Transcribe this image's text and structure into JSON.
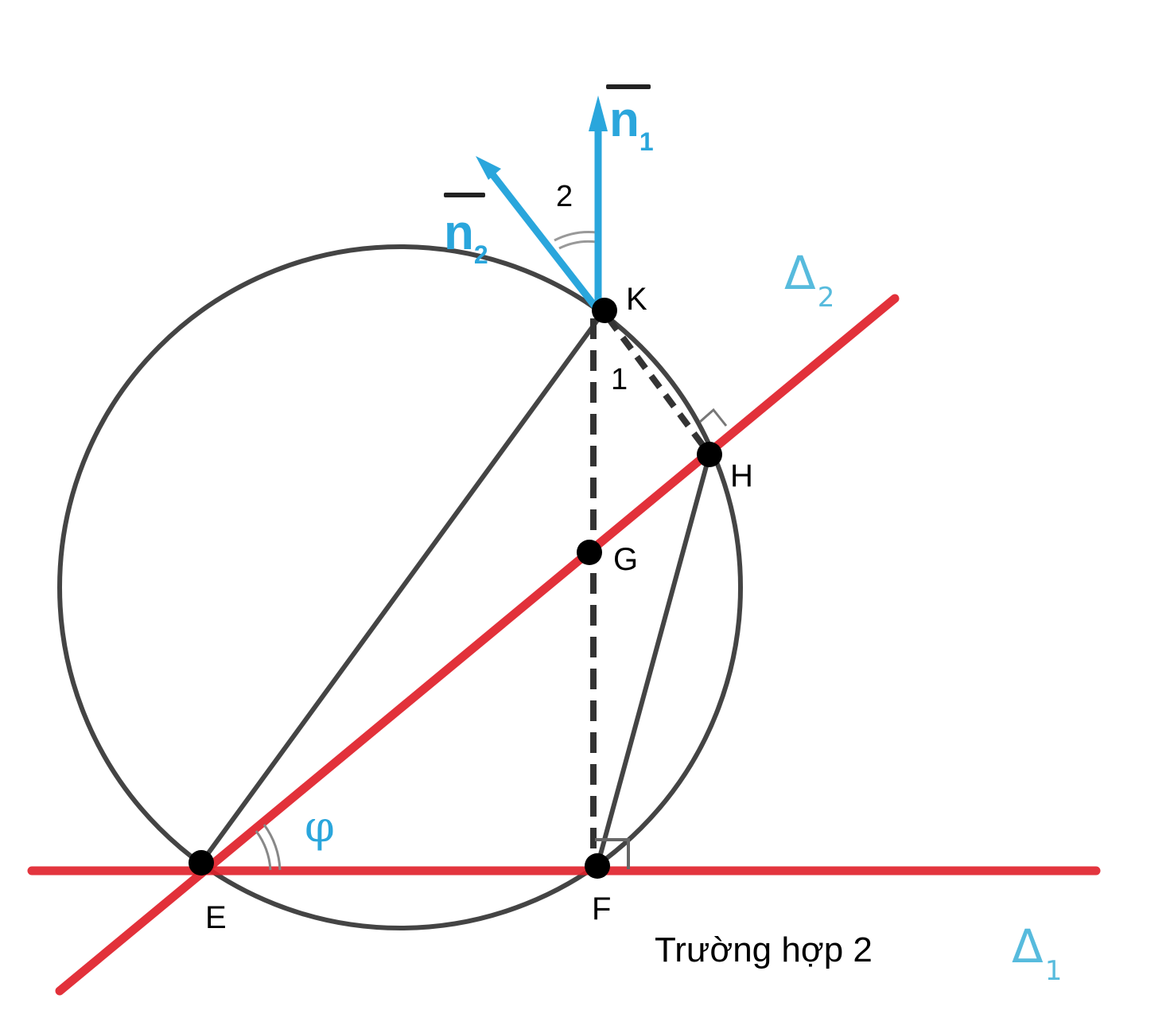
{
  "diagram": {
    "caption": "Trường hợp 2",
    "points": {
      "K": "K",
      "H": "H",
      "G": "G",
      "E": "E",
      "F": "F"
    },
    "angle_labels": {
      "angle1": "1",
      "angle2": "2",
      "phi": "φ"
    },
    "vectors": {
      "n1": {
        "base": "n",
        "sub": "1"
      },
      "n2": {
        "base": "n",
        "sub": "2"
      }
    },
    "lines": {
      "delta1": {
        "symbol": "Δ",
        "sub": "1"
      },
      "delta2": {
        "symbol": "Δ",
        "sub": "2"
      }
    },
    "colors": {
      "line_red": "#e0202a",
      "vector_blue": "#2aa6dc",
      "circle_gray": "#444444",
      "point_black": "#000000"
    }
  }
}
